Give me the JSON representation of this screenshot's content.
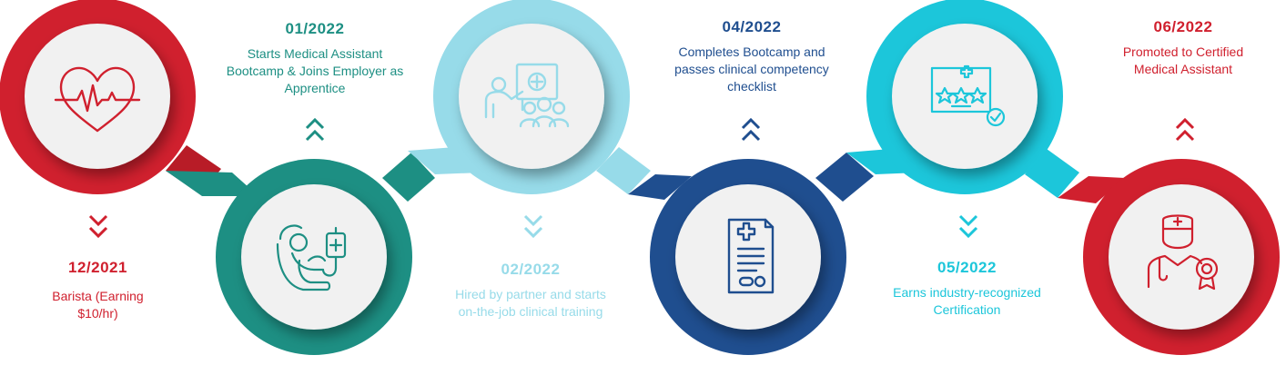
{
  "colors": {
    "red": "#d0202e",
    "teal": "#1d8f83",
    "light_blue": "#97dbe9",
    "navy": "#1f4e8f",
    "cyan": "#1cc6da",
    "disc": "#f1f1f1"
  },
  "milestones": [
    {
      "date": "12/2021",
      "desc": "Barista (Earning $10/hr)",
      "color": "red",
      "icon": "heart-pulse-icon",
      "position": "top"
    },
    {
      "date": "01/2022",
      "desc": "Starts Medical Assistant Bootcamp & Joins Employer as Apprentice",
      "color": "teal",
      "icon": "patient-iv-icon",
      "position": "bottom"
    },
    {
      "date": "02/2022",
      "desc": "Hired by partner and starts on-the-job clinical training",
      "color": "light_blue",
      "icon": "presentation-training-icon",
      "position": "top"
    },
    {
      "date": "04/2022",
      "desc": "Completes Bootcamp and passes clinical competency checklist",
      "color": "navy",
      "icon": "medical-report-icon",
      "position": "bottom"
    },
    {
      "date": "05/2022",
      "desc": "Earns industry-recognized Certification",
      "color": "cyan",
      "icon": "certificate-icon",
      "position": "top"
    },
    {
      "date": "06/2022",
      "desc": "Promoted to Certified Medical Assistant",
      "color": "red",
      "icon": "doctor-award-icon",
      "position": "bottom"
    }
  ]
}
